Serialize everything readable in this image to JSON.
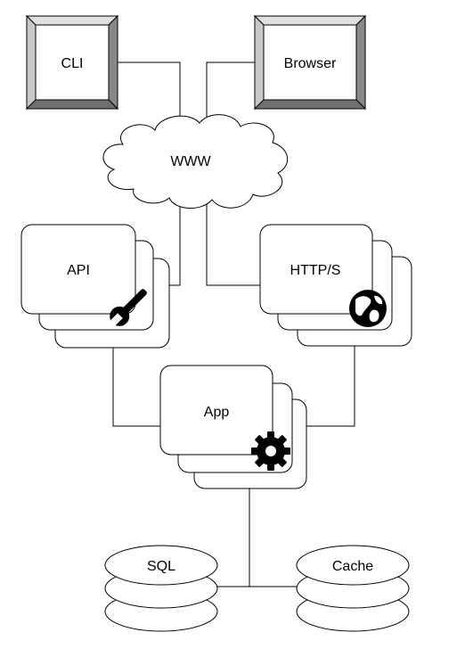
{
  "nodes": {
    "cli": {
      "label": "CLI"
    },
    "browser": {
      "label": "Browser"
    },
    "www": {
      "label": "WWW"
    },
    "api": {
      "label": "API",
      "icon": "wrench-icon"
    },
    "https": {
      "label": "HTTP/S",
      "icon": "globe-icon"
    },
    "app": {
      "label": "App",
      "icon": "gear-icon"
    },
    "sql": {
      "label": "SQL"
    },
    "cache": {
      "label": "Cache"
    }
  },
  "colors": {
    "stroke": "#000000",
    "fill": "#ffffff",
    "bevel_light": "#e0e0e0",
    "bevel_mid": "#c8c8c8",
    "bevel_dark": "#888888",
    "bevel_darkest": "#707070",
    "icon": "#000000"
  }
}
